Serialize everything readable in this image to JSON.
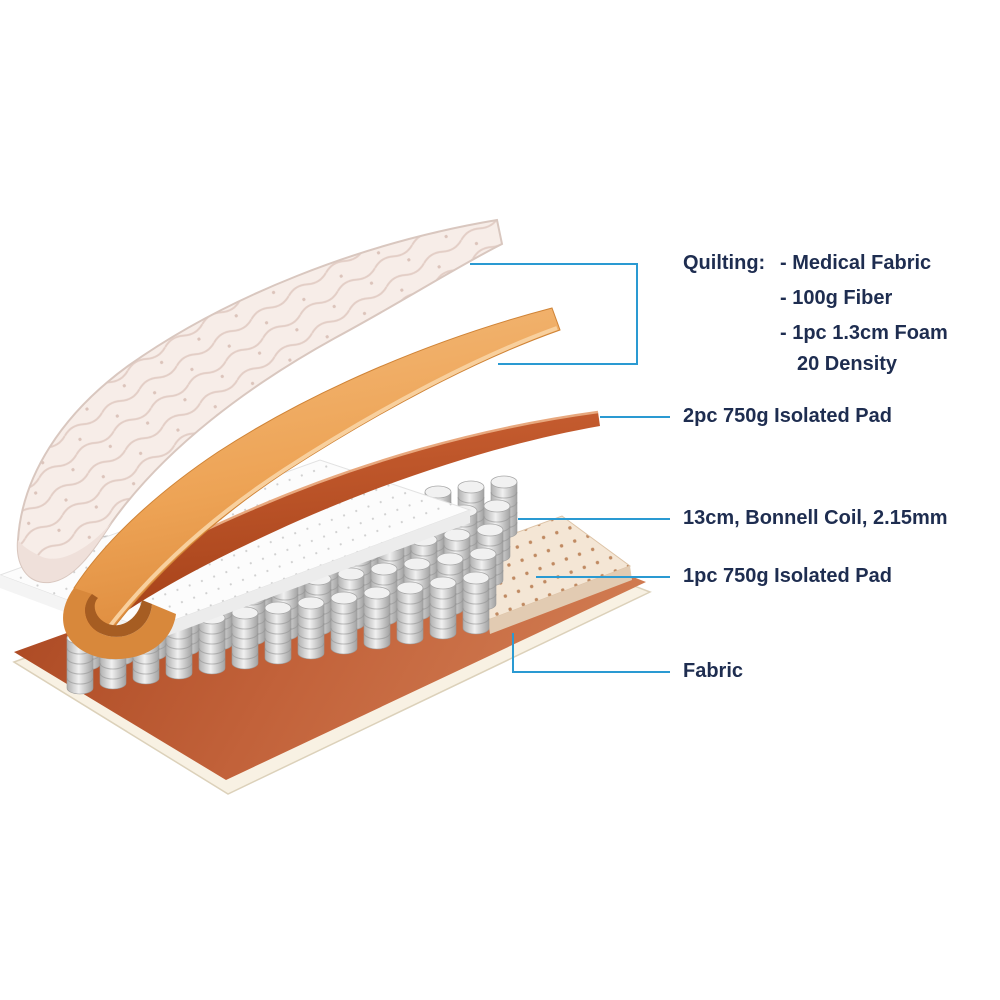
{
  "annotations": {
    "quilting": {
      "title": "Quilting:",
      "items": [
        "- Medical Fabric",
        "- 100g Fiber",
        "- 1pc 1.3cm Foam",
        "20 Density"
      ]
    },
    "isolated_pad_2pc": "2pc 750g Isolated Pad",
    "bonnell_coil": "13cm, Bonnell Coil, 2.15mm",
    "isolated_pad_1pc": "1pc 750g Isolated Pad",
    "fabric": "Fabric"
  },
  "colors": {
    "leader_line": "#2a9ad2",
    "label_text": "#1e2d50",
    "foam_orange": "#e9a050",
    "pad_red": "#c2552e",
    "base_fabric_brown": "#c06038",
    "coil_gray": "#d9d9d9",
    "quilting_fabric_pink": "#f6ece7",
    "isolated_pad_tan": "#f4e6d5"
  }
}
